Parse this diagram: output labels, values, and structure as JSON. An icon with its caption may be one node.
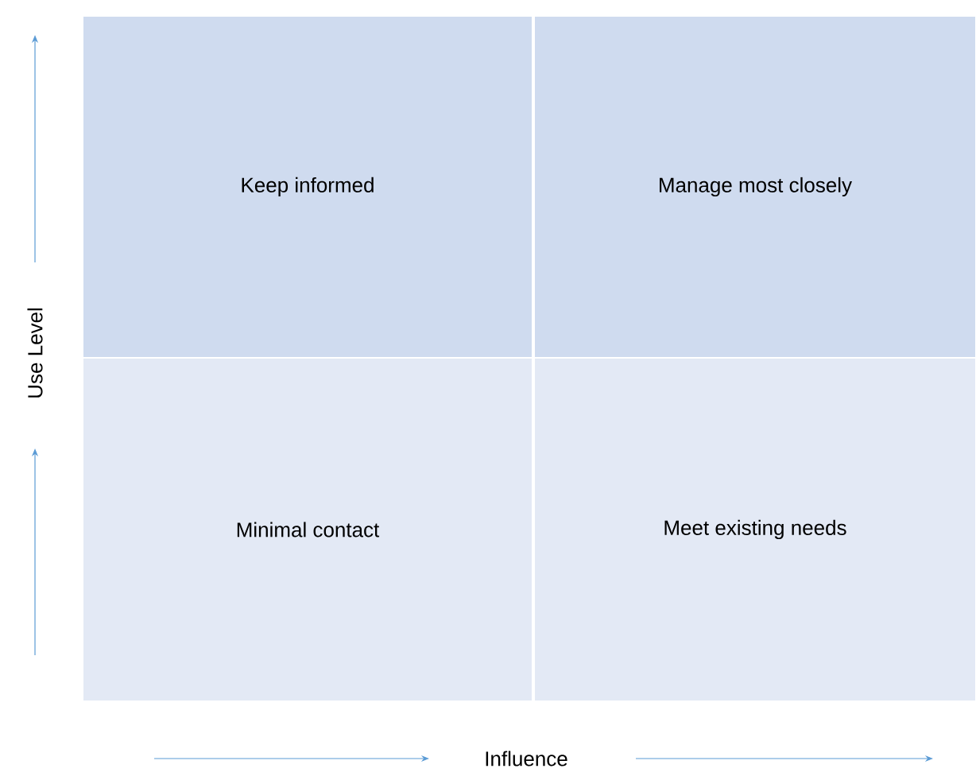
{
  "diagram": {
    "nodes": [
      {
        "text": [
          "Keep informed"
        ]
      },
      {
        "text": [
          "Manage most closely"
        ]
      },
      {
        "text": [
          "Minimal contact"
        ]
      },
      {
        "text": [
          "Meet existing needs"
        ]
      }
    ],
    "labels": [
      "Use Level",
      "Influence"
    ]
  }
}
